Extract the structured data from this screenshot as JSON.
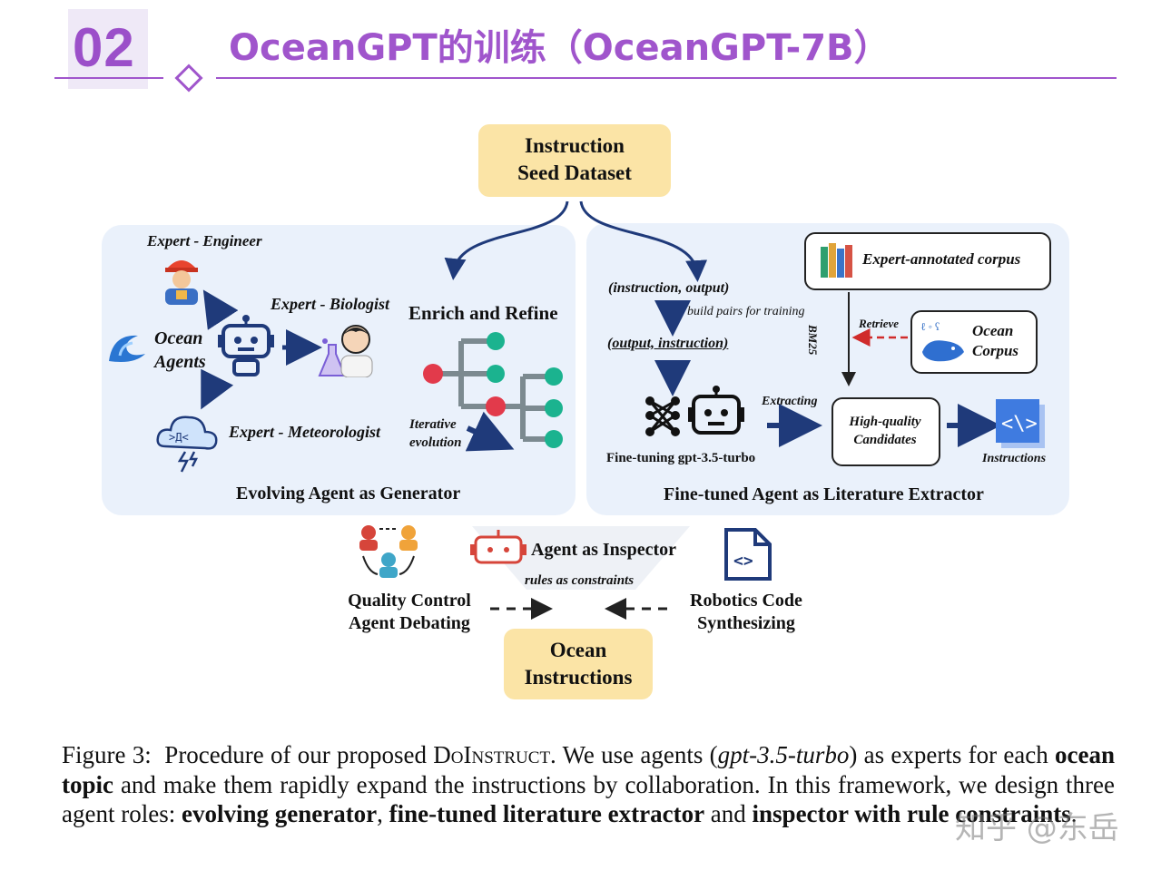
{
  "header": {
    "section_number": "02",
    "title": "OceanGPT的训练（OceanGPT-7B）"
  },
  "diagram": {
    "seed_dataset": "Instruction Seed Dataset",
    "left_panel": {
      "ocean_agents": "Ocean Agents",
      "expert_engineer": "Expert - Engineer",
      "expert_biologist": "Expert - Biologist",
      "expert_meteorologist": "Expert - Meteorologist",
      "enrich_refine": "Enrich and Refine",
      "iterative_evolution": "Iterative evolution",
      "caption": "Evolving Agent as Generator"
    },
    "right_panel": {
      "instruction_output": "(instruction, output)",
      "build_pairs": "build pairs for training",
      "output_instruction": "(output, instruction)",
      "expert_corpus": "Expert-annotated corpus",
      "bm25": "BM25",
      "retrieve": "Retrieve",
      "ocean_corpus": "Ocean Corpus",
      "extracting": "Extracting",
      "high_quality": "High-quality Candidates",
      "instructions": "Instructions",
      "fine_tuning": "Fine-tuning gpt-3.5-turbo",
      "caption": "Fine-tuned Agent as Literature Extractor"
    },
    "bottom": {
      "quality_control": "Quality Control Agent Debating",
      "inspector": "Agent as Inspector",
      "rules": "rules as constraints",
      "robotics": "Robotics Code Synthesizing",
      "ocean_instructions": "Ocean Instructions"
    }
  },
  "caption": {
    "label": "Figure 3:",
    "p1": "Procedure of our proposed",
    "doinstruct": "DoInstruct",
    "p2": ". We use agents (",
    "model": "gpt-3.5-turbo",
    "p3": ") as experts for each",
    "ocean_topic": "ocean topic",
    "p4": "and make them rapidly expand the instructions by collaboration. In this framework, we design three agent roles:",
    "role1": "evolving generator",
    "sep1": ",",
    "role2": "fine-tuned literature extractor",
    "sep2": "and",
    "role3": "inspector with rule constraints",
    "end": "."
  },
  "watermark": "知乎 @东岳",
  "colors": {
    "accent": "#a055cc",
    "panel": "#eaf1fb",
    "seed_box": "#fbe4a6",
    "arrow": "#1f3a7a"
  }
}
